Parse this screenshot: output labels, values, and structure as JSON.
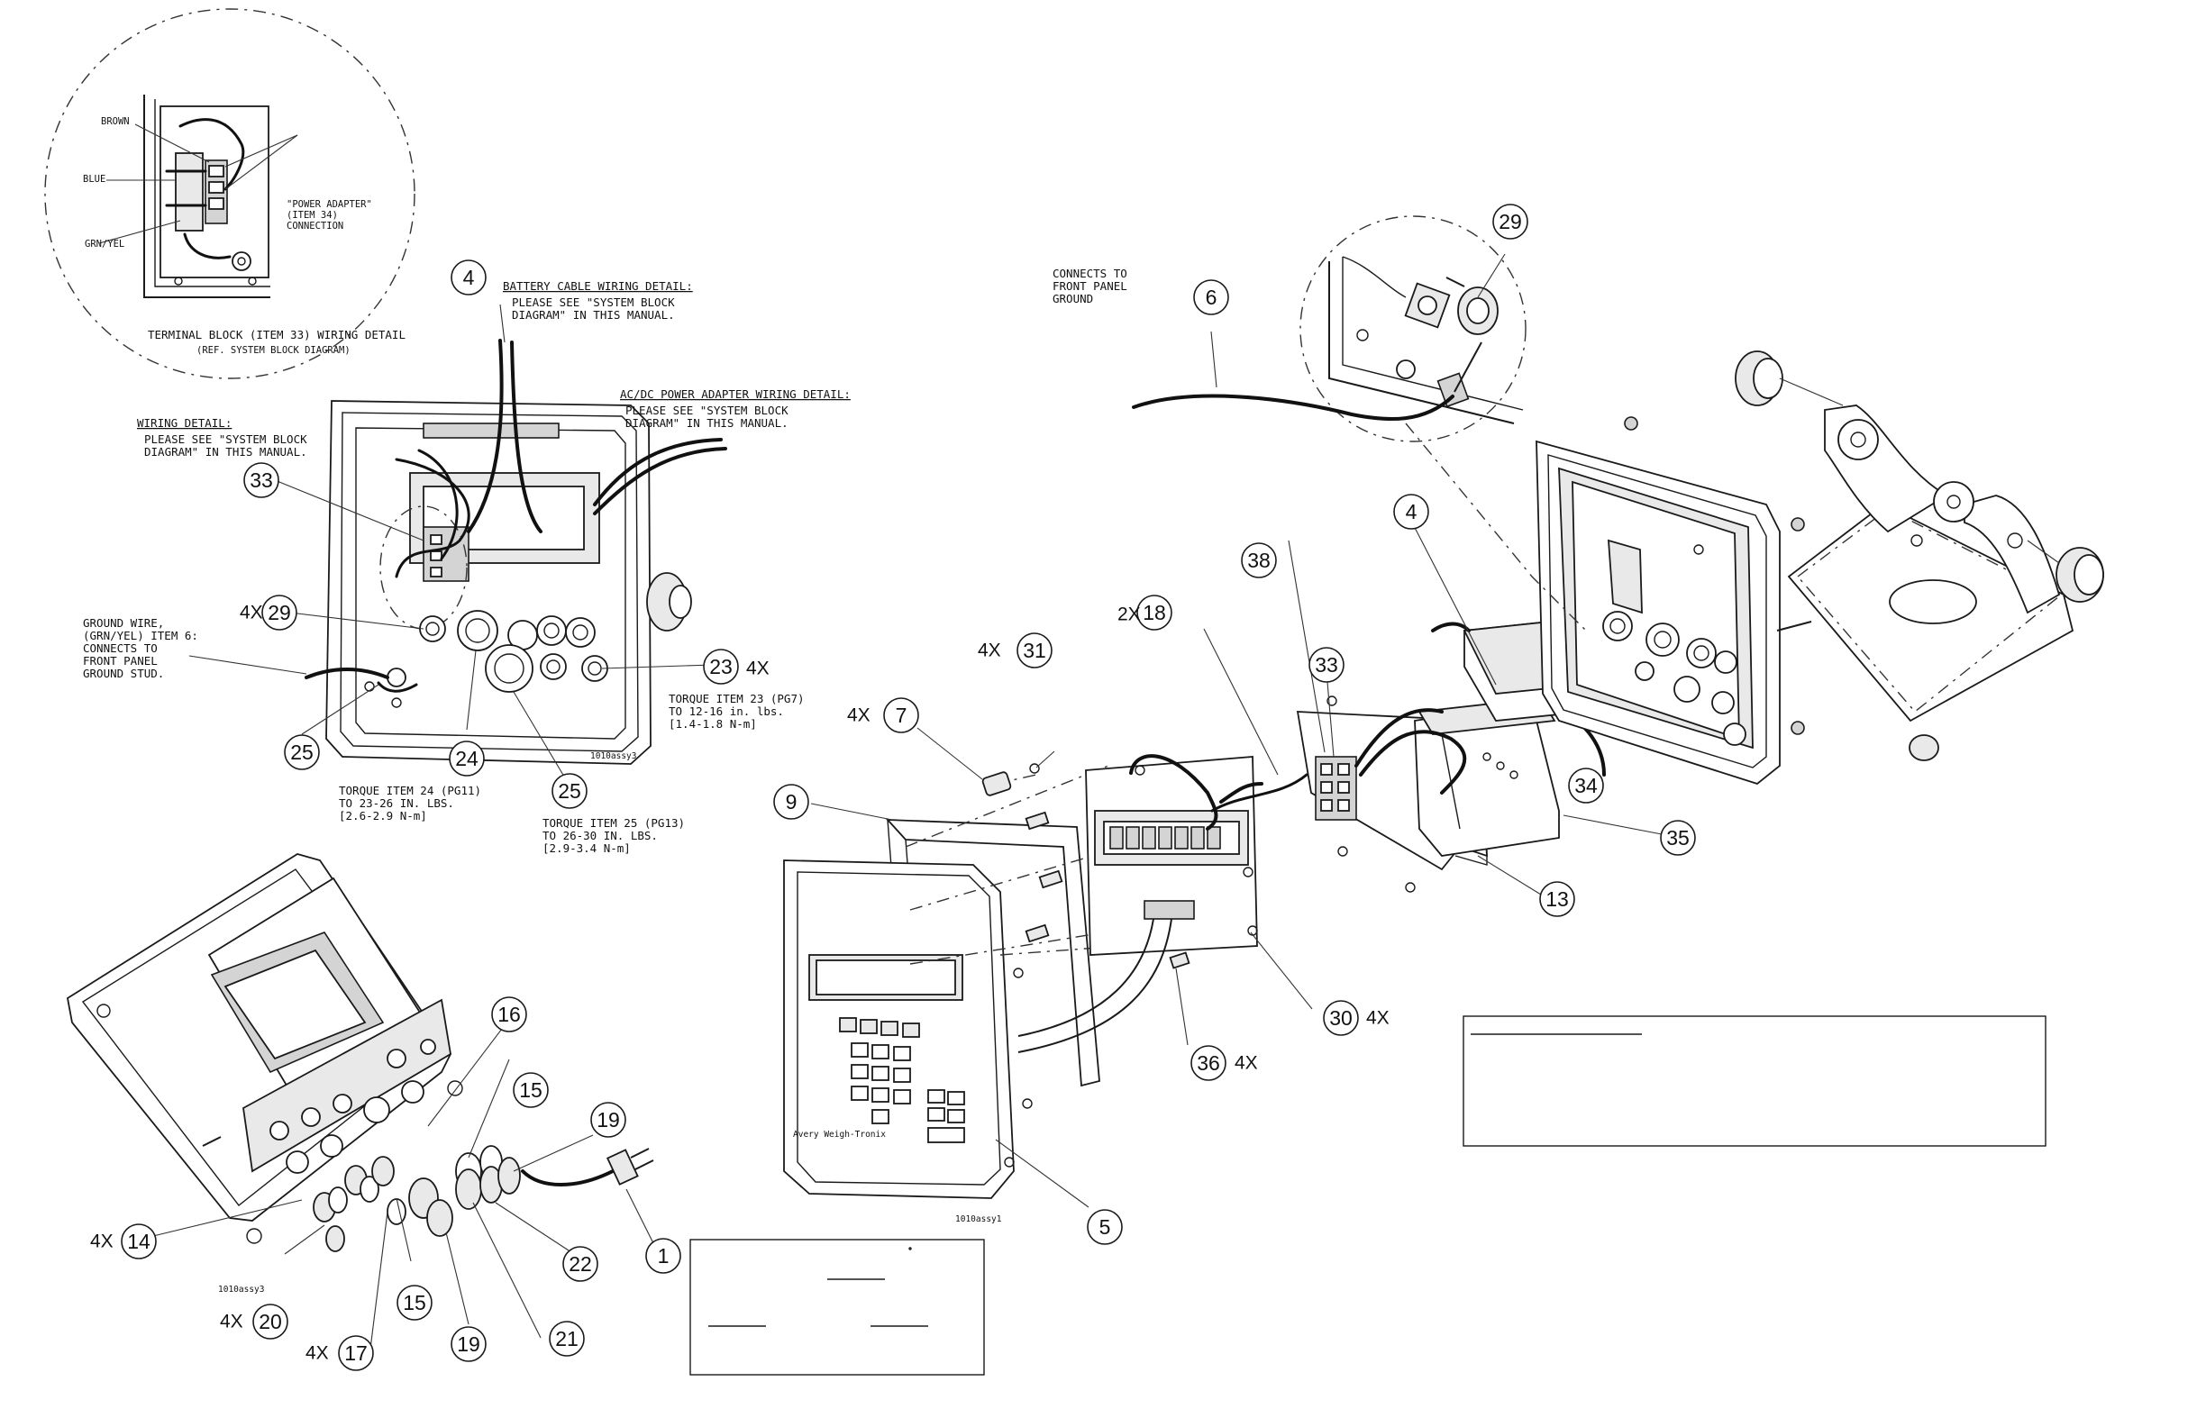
{
  "detail_wiring_labels": {
    "brown": "BROWN",
    "blue": "BLUE",
    "grn_yel": "GRN/YEL",
    "power_adapter_1": "\"POWER ADAPTER\"",
    "power_adapter_2": "(ITEM 34)",
    "power_adapter_3": "CONNECTION",
    "terminal_block_1": "TERMINAL BLOCK (ITEM 33) WIRING DETAIL",
    "terminal_block_2": "(REF. SYSTEM BLOCK DIAGRAM)"
  },
  "notes": {
    "battery_title": "BATTERY CABLE WIRING DETAIL:",
    "battery_1": "PLEASE SEE \"SYSTEM BLOCK",
    "battery_2": "DIAGRAM\" IN THIS MANUAL.",
    "acdc_title": "AC/DC POWER ADAPTER WIRING DETAIL:",
    "acdc_1": "PLEASE SEE \"SYSTEM BLOCK",
    "acdc_2": "DIAGRAM\" IN THIS MANUAL.",
    "wiring_title": "WIRING DETAIL:",
    "wiring_1": "PLEASE SEE \"SYSTEM BLOCK",
    "wiring_2": "DIAGRAM\" IN THIS MANUAL.",
    "ground_1": "GROUND WIRE,",
    "ground_2": "(GRN/YEL) ITEM 6:",
    "ground_3": "CONNECTS TO",
    "ground_4": "FRONT PANEL",
    "ground_5": "GROUND STUD.",
    "torque23_1": "TORQUE ITEM 23 (PG7)",
    "torque23_2": "TO 12-16 in. lbs.",
    "torque23_3": "[1.4-1.8 N-m]",
    "torque24_1": "TORQUE ITEM 24 (PG11)",
    "torque24_2": "TO 23-26 IN. LBS.",
    "torque24_3": "[2.6-2.9 N-m]",
    "torque25_1": "TORQUE ITEM 25 (PG13)",
    "torque25_2": "TO 26-30 IN. LBS.",
    "torque25_3": "[2.9-3.4 N-m]",
    "connects_1": "CONNECTS TO",
    "connects_2": "FRONT PANEL",
    "connects_3": "GROUND"
  },
  "drawing_ids": {
    "rear_view": "1010assy3",
    "front_assy": "1010assy1",
    "bottom_view": "1010assy3"
  },
  "keypad_brand": "Avery Weigh-Tronix",
  "callouts": {
    "c1": "1",
    "c4a": "4",
    "c4b": "4",
    "c5": "5",
    "c6": "6",
    "c7": "7",
    "c9": "9",
    "c13": "13",
    "c14": "14",
    "c15a": "15",
    "c15b": "15",
    "c16": "16",
    "c17": "17",
    "c18": "18",
    "c19a": "19",
    "c19b": "19",
    "c20": "20",
    "c21": "21",
    "c22": "22",
    "c23": "23",
    "c24": "24",
    "c25a": "25",
    "c25b": "25",
    "c29a": "29",
    "c29b": "29",
    "c30": "30",
    "c31": "31",
    "c33a": "33",
    "c33b": "33",
    "c34": "34",
    "c35": "35",
    "c36": "36",
    "c38": "38"
  },
  "quantities": {
    "q4x29": "4X",
    "q4x23": "4X",
    "q2x18": "2X",
    "q4x31": "4X",
    "q4x7": "4X",
    "q4x30": "4X",
    "q4x36": "4X",
    "q4x14": "4X",
    "q4x20": "4X",
    "q4x17": "4X"
  }
}
